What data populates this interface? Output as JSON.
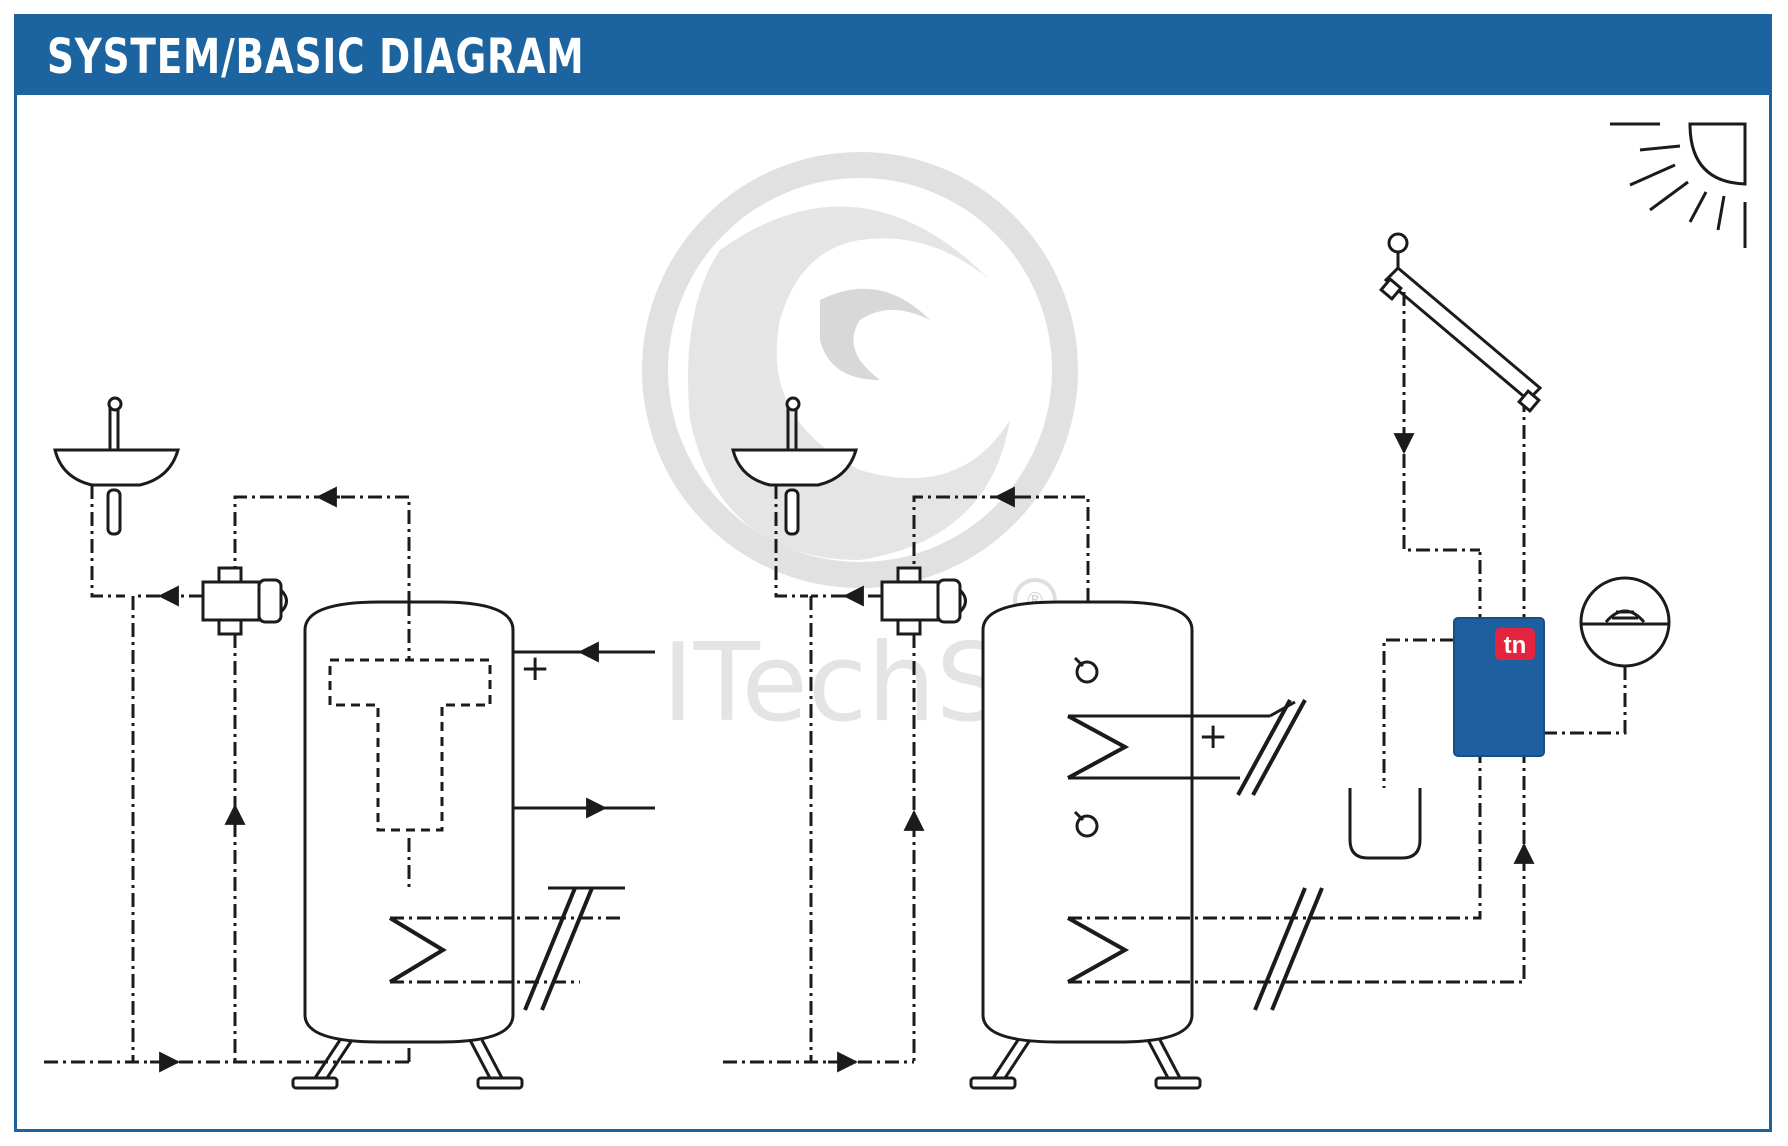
{
  "header": {
    "title": "SYSTEM/BASIC DIAGRAM"
  },
  "watermark": {
    "text": "ITechSol",
    "registered": "®",
    "logo": "phoenix-watermark-icon"
  },
  "controller": {
    "logo": "tn"
  },
  "symbols": {
    "plus": "+",
    "sun": "sun-icon",
    "collector": "solar-collector-icon",
    "tap": "wash-basin-icon",
    "valve": "mixing-valve-icon",
    "tank": "storage-tank-icon",
    "gauge": "temperature-gauge-icon",
    "sensor": "sensor-icon"
  },
  "colors": {
    "accent": "#1c64a0",
    "border": "#1e63a0",
    "line": "#1b1b1b",
    "controller": "#1d5f9f",
    "controller_logo": "#e4233e",
    "watermark": "#dadada"
  }
}
